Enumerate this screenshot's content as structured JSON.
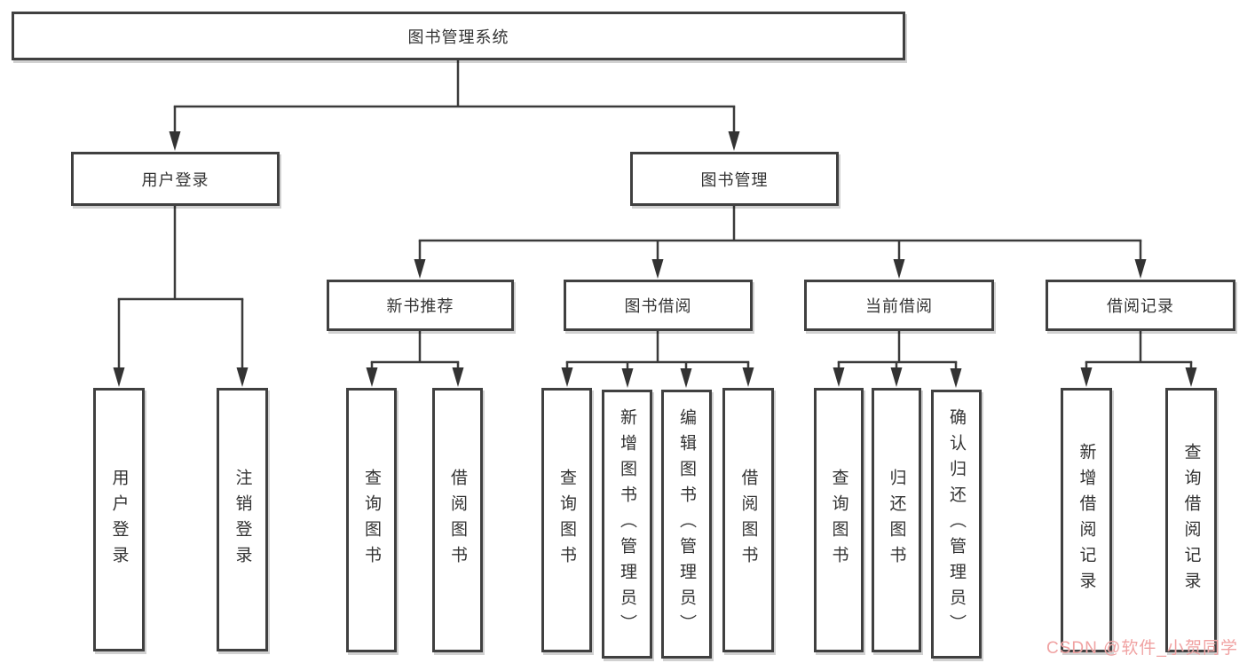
{
  "diagram": {
    "root": "图书管理系统",
    "branches": [
      {
        "label": "用户登录",
        "children": [
          "用户登录",
          "注销登录"
        ]
      },
      {
        "label": "图书管理",
        "groups": [
          {
            "label": "新书推荐",
            "children": [
              "查询图书",
              "借阅图书"
            ]
          },
          {
            "label": "图书借阅",
            "children": [
              "查询图书",
              "新增图书（管理员）",
              "编辑图书（管理员）",
              "借阅图书"
            ]
          },
          {
            "label": "当前借阅",
            "children": [
              "查询图书",
              "归还图书",
              "确认归还（管理员）"
            ]
          },
          {
            "label": "借阅记录",
            "children": [
              "新增借阅记录",
              "查询借阅记录"
            ]
          }
        ]
      }
    ]
  },
  "watermark": {
    "text": "CSDN @软件_小贺同学",
    "color": "#f0a2a2"
  },
  "colors": {
    "line": "#3b3b3b",
    "box_border": "#404040",
    "box_fill": "#ffffff",
    "text": "#333333",
    "background": "#ffffff"
  }
}
